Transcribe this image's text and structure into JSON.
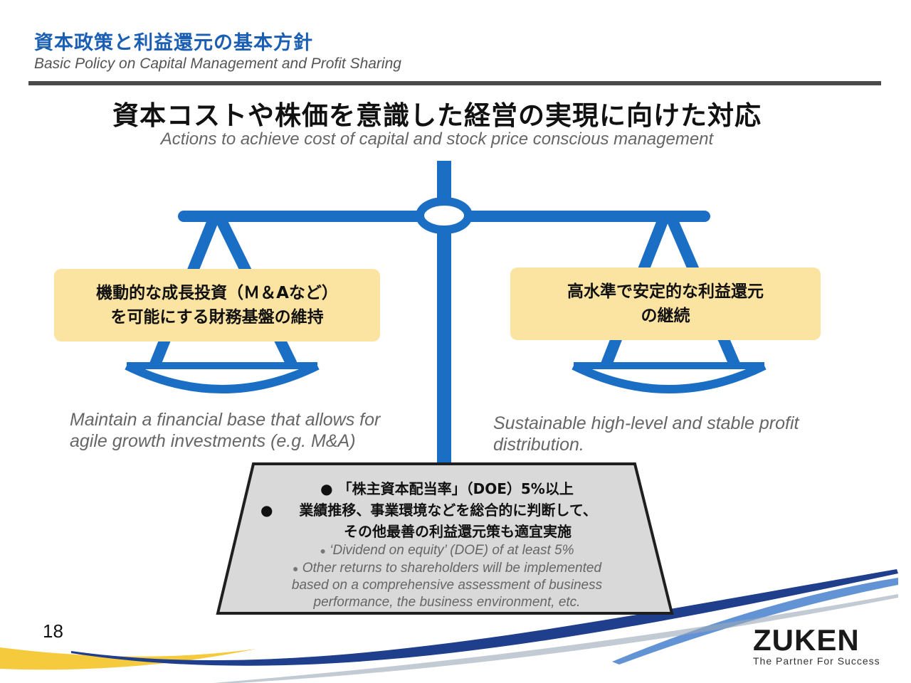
{
  "header": {
    "title": "資本政策と利益還元の基本方針",
    "subtitle": "Basic Policy on Capital Management and Profit Sharing"
  },
  "slide": {
    "heading_jp": "資本コストや株価を意識した経営の実現に向けた対応",
    "heading_en": "Actions to achieve cost of capital and stock price conscious management"
  },
  "left_pan": {
    "line1": "機動的な成長投資（Ｍ＆Aなど）",
    "line2": "を可能にする財務基盤の維持",
    "desc_en": "Maintain a financial base that allows for agile growth investments (e.g. M&A)"
  },
  "right_pan": {
    "line1": "高水準で安定的な利益還元",
    "line2": "の継続",
    "desc_en": "Sustainable high-level and stable profit distribution."
  },
  "base": {
    "jp_bullet1": "「株主資本配当率」（DOE）5%以上",
    "jp_bullet2_line1": "業績推移、事業環境などを総合的に判断して、",
    "jp_bullet2_line2": "その他最善の利益還元策も適宜実施",
    "en_bullet1": "‘Dividend on equity’ (DOE) of at least 5%",
    "en_bullet2_line1": "Other returns to shareholders will be implemented",
    "en_bullet2_line2": "based on a comprehensive assessment of business",
    "en_bullet2_line3": "performance, the business environment, etc.",
    "bullet_glyph": "●"
  },
  "footer": {
    "page_number": "18",
    "logo": "ZUKEN",
    "tagline": "The Partner For Success"
  },
  "colors": {
    "title_blue": "#1b5fb4",
    "scale_blue": "#1a6fc4",
    "pan_fill": "#fbe3a1",
    "base_fill": "#d9d9d9",
    "swoosh_gold": "#f3c21b",
    "swoosh_navy": "#1f3e8c"
  }
}
